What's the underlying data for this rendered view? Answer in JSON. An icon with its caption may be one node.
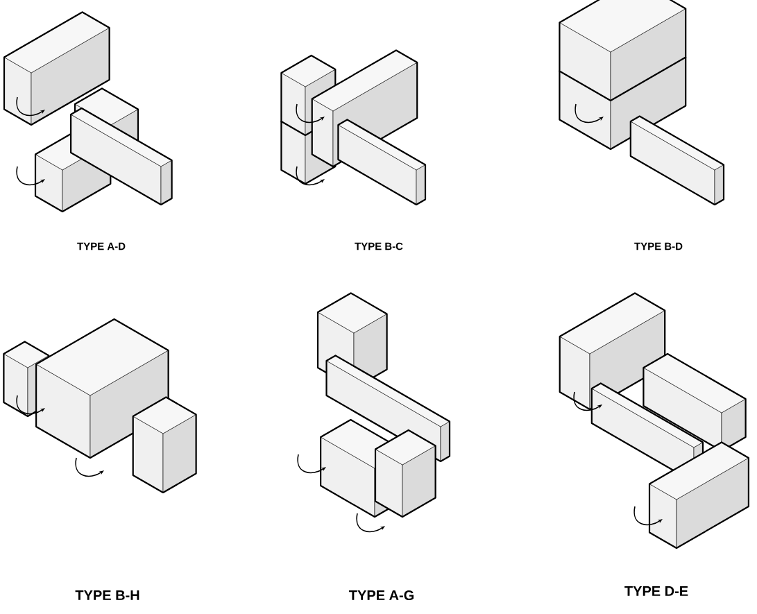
{
  "diagram": {
    "labels": [
      "TYPE A-D",
      "TYPE B-C",
      "TYPE B-D",
      "TYPE B-H",
      "TYPE A-G",
      "TYPE D-E"
    ]
  }
}
